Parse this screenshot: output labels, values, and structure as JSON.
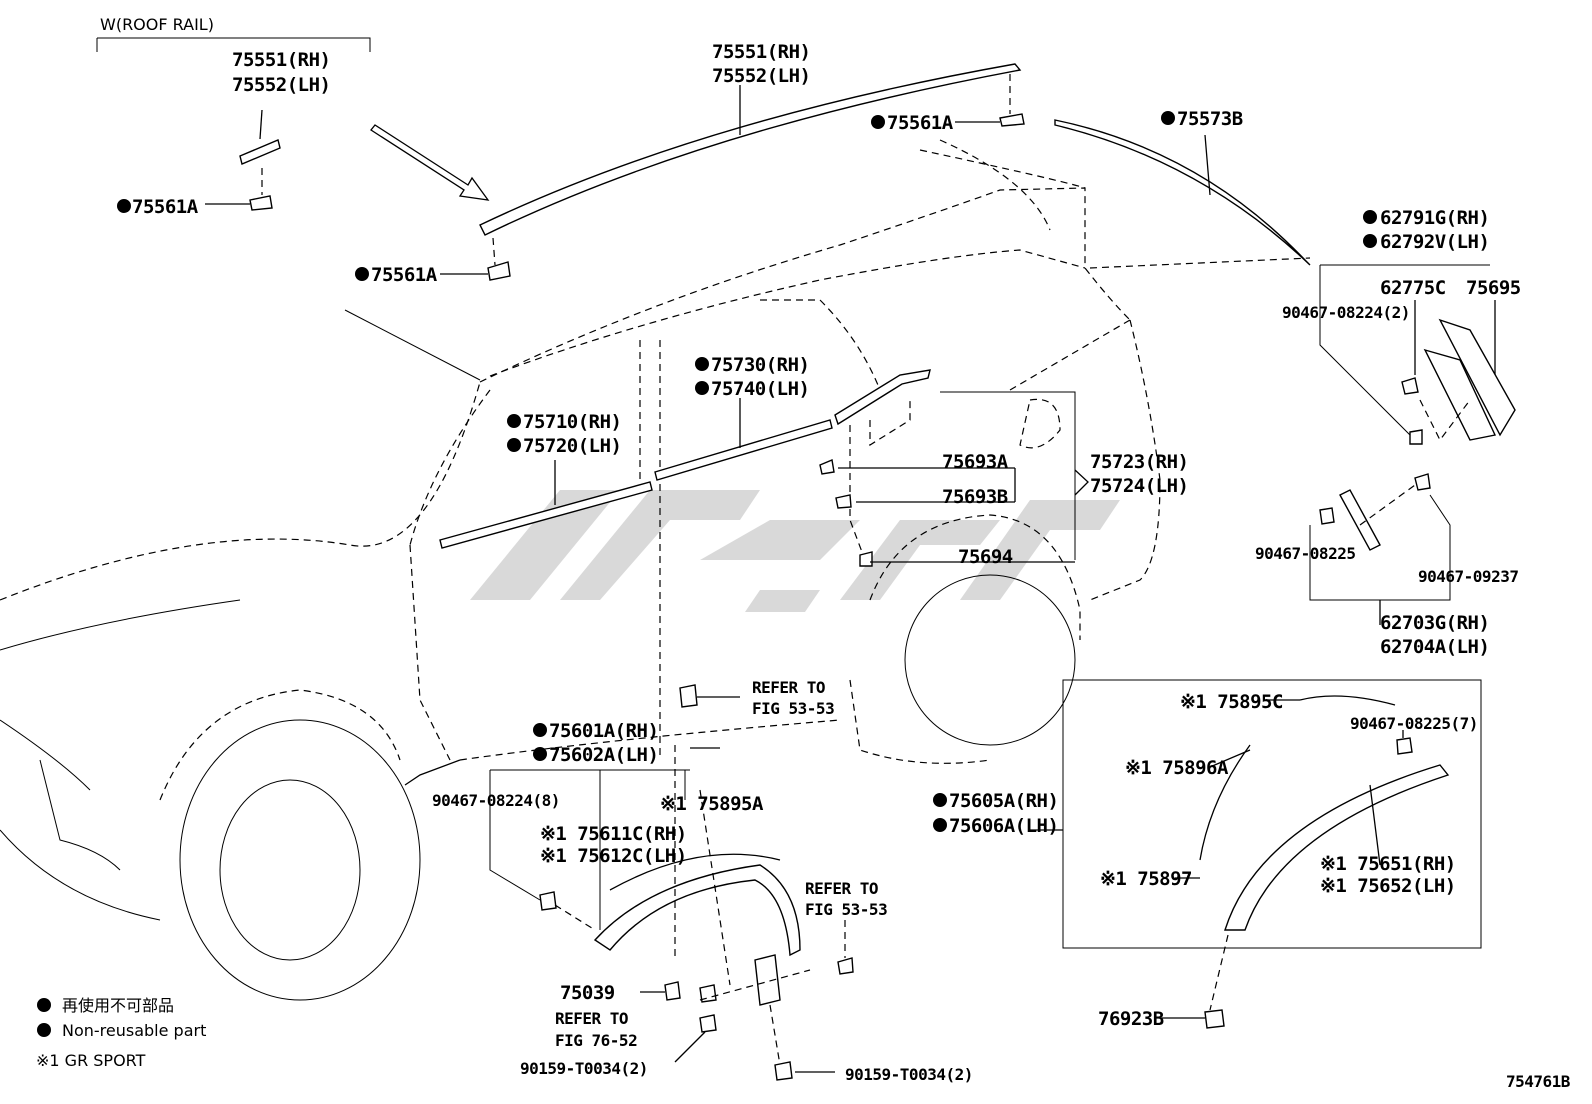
{
  "labels": {
    "roof_rail_group": "W(ROOF RAIL)",
    "rail_small_rh": "75551(RH)",
    "rail_small_lh": "75552(LH)",
    "clip_small": "75561A",
    "rail_main_rh": "75551(RH)",
    "rail_main_lh": "75552(LH)",
    "clip_front": "75561A",
    "clip_rear": "75561A",
    "spoiler_strip": "75573B",
    "spoiler_rh": "62791G(RH)",
    "spoiler_lh": "62792V(LH)",
    "part_62775c": "62775C",
    "part_75695": "75695",
    "screw_08224_2": "90467-08224(2)",
    "belt_rear_rh": "75730(RH)",
    "belt_rear_lh": "75740(LH)",
    "belt_front_rh": "75710(RH)",
    "belt_front_lh": "75720(LH)",
    "clip_75693a": "75693A",
    "clip_75693b": "75693B",
    "part_75694": "75694",
    "quarter_rh": "75723(RH)",
    "quarter_lh": "75724(LH)",
    "clip_08225": "90467-08225",
    "clip_09237": "90467-09237",
    "hinge_rh": "62703G(RH)",
    "hinge_lh": "62704A(LH)",
    "refer_1": "REFER TO",
    "refer_1b": "FIG 53-53",
    "front_arch_rh": "75601A(RH)",
    "front_arch_lh": "75602A(LH)",
    "clip_08224_8": "90467-08224(8)",
    "gr_75895a": "※1 75895A",
    "gr_75611c": "※1 75611C(RH)",
    "gr_75612c": "※1 75612C(LH)",
    "refer_2": "REFER TO",
    "refer_2b": "FIG 53-53",
    "clip_75039": "75039",
    "refer_3": "REFER TO",
    "refer_3b": "FIG 76-52",
    "screw_t0034_left": "90159-T0034(2)",
    "screw_t0034_bottom": "90159-T0034(2)",
    "gr_75895c": "※1 75895C",
    "clip_08225_7": "90467-08225(7)",
    "gr_75896a": "※1 75896A",
    "rear_arch_rh": "75605A(RH)",
    "rear_arch_lh": "75606A(LH)",
    "gr_75897": "※1 75897",
    "gr_75651": "※1 75651(RH)",
    "gr_75652": "※1 75652(LH)",
    "clip_76923b": "76923B",
    "diagram_id": "754761B"
  },
  "legend": {
    "jp": "再使用不可部品",
    "en": "Non-reusable part",
    "gr": "※1 GR SPORT"
  },
  "colors": {
    "line": "#000000",
    "background": "#ffffff",
    "watermark": "#cfcfcf"
  }
}
